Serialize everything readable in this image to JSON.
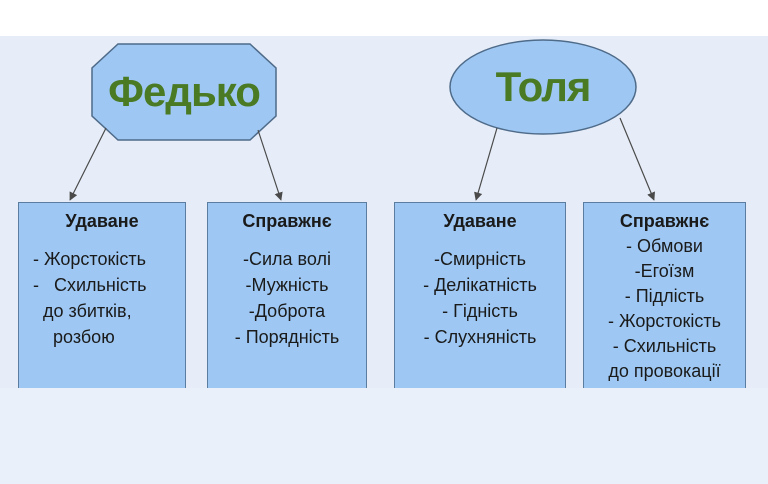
{
  "diagram": {
    "groups": [
      {
        "id": "fedko",
        "heading": "Федько",
        "shape": "octagon",
        "boxes": [
          {
            "id": "fedko-pretend",
            "title": "Удаване",
            "items": [
              "- Жорстокість",
              "-   Схильність",
              "  до збитків,",
              "    розбою"
            ]
          },
          {
            "id": "fedko-real",
            "title": "Справжнє",
            "items": [
              "-Сила волі",
              "-Мужність",
              "-Доброта",
              "- Порядність"
            ]
          }
        ]
      },
      {
        "id": "tolya",
        "heading": "Толя",
        "shape": "ellipse",
        "boxes": [
          {
            "id": "tolya-pretend",
            "title": "Удаване",
            "items": [
              "-Смирність",
              "- Делікатність",
              "- Гідність",
              "- Слухняність"
            ]
          },
          {
            "id": "tolya-real",
            "title": "Справжнє",
            "items": [
              "- Обмови",
              "-Егоїзм",
              "- Підлість",
              "- Жорстокість",
              "- Схильність",
              "до провокації"
            ]
          }
        ]
      }
    ],
    "colors": {
      "shape_fill": "#9ec8f3",
      "shape_stroke": "#4f6b8a",
      "heading_text": "#4a7a23",
      "box_text": "#1a1a1a",
      "arrow": "#4a4a4a",
      "background": "#e6edf8"
    }
  }
}
